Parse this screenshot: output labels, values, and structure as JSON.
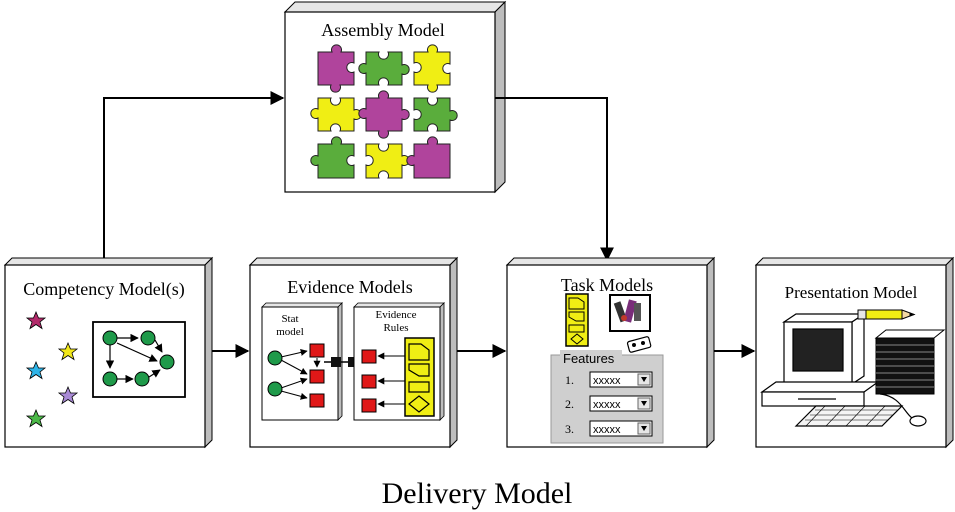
{
  "diagram": {
    "assembly": {
      "title": "Assembly Model"
    },
    "competency": {
      "title": "Competency Model(s)"
    },
    "evidence": {
      "title": "Evidence Models",
      "stat_label_1": "Stat",
      "stat_label_2": "model",
      "rules_label_1": "Evidence",
      "rules_label_2": "Rules"
    },
    "task": {
      "title": "Task Models",
      "features_label": "Features",
      "features": [
        {
          "num": "1.",
          "value": "xxxxx"
        },
        {
          "num": "2.",
          "value": "xxxxx"
        },
        {
          "num": "3.",
          "value": "xxxxx"
        }
      ]
    },
    "presentation": {
      "title": "Presentation Model"
    },
    "footer": {
      "title": "Delivery Model"
    }
  },
  "colors": {
    "puzzle_purple": "#b0449c",
    "puzzle_green": "#5aad3c",
    "puzzle_yellow": "#f0ee14",
    "node_green": "#1f9a4a",
    "evidence_red": "#e01818",
    "star_crimson": "#b22a6a",
    "star_yellow": "#f2e81a",
    "star_cyan": "#2fb4e8",
    "star_lavender": "#a98ad6",
    "star_green": "#4cb848",
    "box_shadow": "#bdbdbd",
    "panel_gray": "#cfcfcf"
  }
}
